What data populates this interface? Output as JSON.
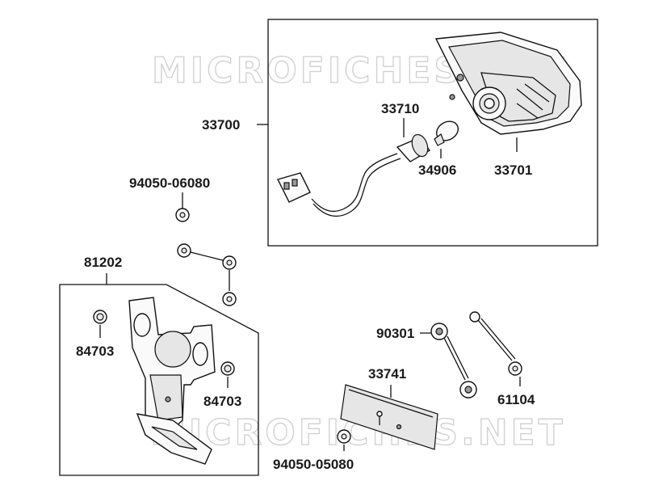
{
  "watermark": "MICROFICHES.NET",
  "labels": {
    "tail_light_assy": "33700",
    "socket": "33710",
    "bulb": "34906",
    "lens_housing": "33701",
    "bracket_bolt": "94050-06080",
    "bracket": "81202",
    "cushion_left": "84703",
    "cushion_right": "84703",
    "grommet_nut": "90301",
    "reflector": "33741",
    "collar": "61104",
    "reflector_nut": "94050-05080"
  }
}
